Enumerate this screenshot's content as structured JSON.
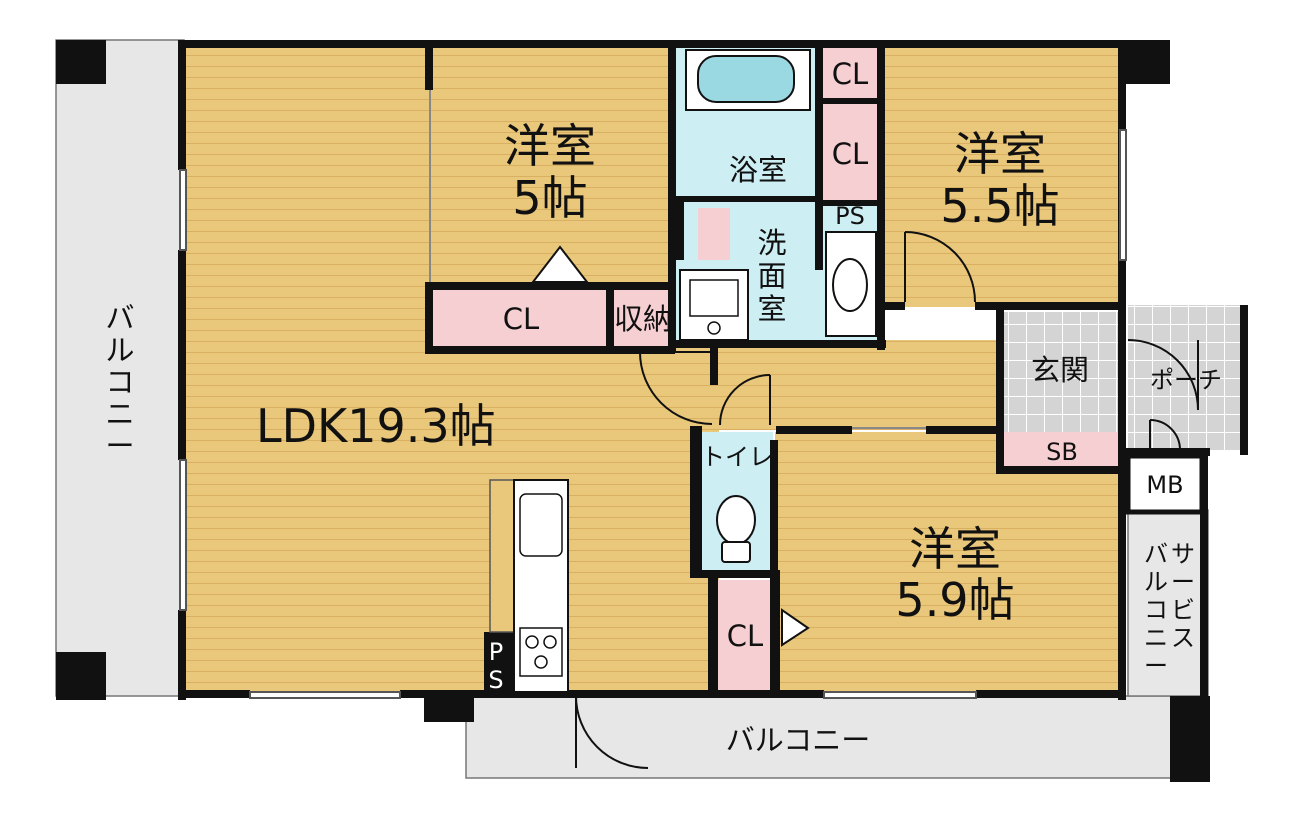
{
  "rooms": {
    "ldk": {
      "name": "LDK19.3帖"
    },
    "western1": {
      "name": "洋室",
      "size": "5帖"
    },
    "western2": {
      "name": "洋室",
      "size": "5.5帖"
    },
    "western3": {
      "name": "洋室",
      "size": "5.9帖"
    },
    "bath": {
      "name": "浴室"
    },
    "washroom": {
      "chars": [
        "洗",
        "面",
        "室"
      ]
    },
    "toilet": {
      "name": "トイレ"
    },
    "entrance": {
      "name": "玄関"
    },
    "porch": {
      "name": "ポーチ"
    }
  },
  "storage": {
    "cl_a": "CL",
    "cl_b": "CL",
    "cl_c": "CL",
    "cl_d": "CL",
    "shuno": "収納",
    "ps_top": "PS",
    "ps_kitchen": [
      "P",
      "S"
    ],
    "sb": "SB",
    "mb": "MB"
  },
  "balconies": {
    "left": [
      "バ",
      "ル",
      "コ",
      "ニ",
      "ー"
    ],
    "bottom": "バルコニー",
    "service_col1": [
      "サ",
      "ー",
      "ビ",
      "ス"
    ],
    "service_col2": [
      "バ",
      "ル",
      "コ",
      "ニ",
      "ー"
    ]
  },
  "colors": {
    "floor": "#e9c77b",
    "floor_line": "#d9b061",
    "closet": "#f6cfd2",
    "wet_area": "#cdeef3",
    "entrance_tile": "#d4d4d4",
    "balcony": "#e7e7e7",
    "wall": "#111111"
  }
}
